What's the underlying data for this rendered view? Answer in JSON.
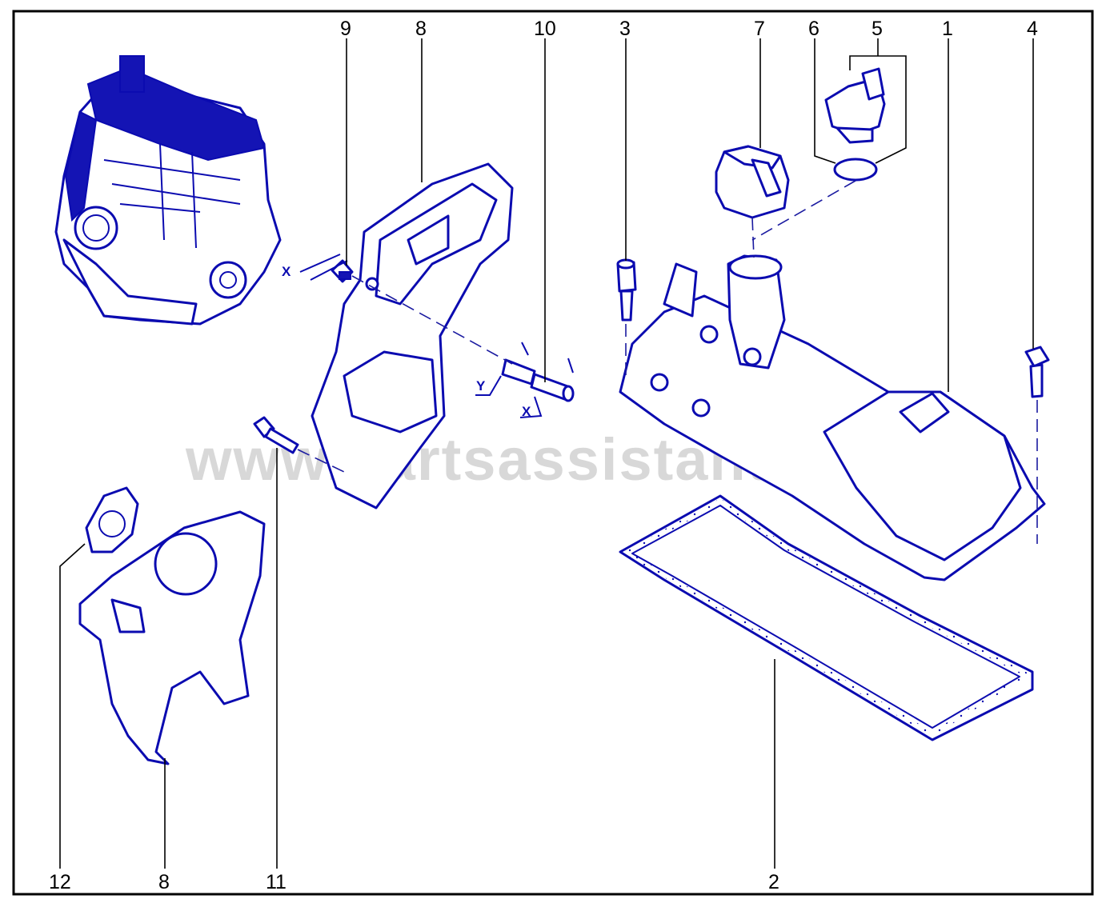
{
  "watermark": "www.partsassistant.com",
  "colors": {
    "ink": "#0b0bb0",
    "fill": "#1414b4",
    "frame": "#000000",
    "watermark": "#d8d8d8"
  },
  "callouts": {
    "c1": "1",
    "c2": "2",
    "c3": "3",
    "c4": "4",
    "c5": "5",
    "c6": "6",
    "c7": "7",
    "c8_top": "8",
    "c8_bottom": "8",
    "c9": "9",
    "c10": "10",
    "c11": "11",
    "c12": "12"
  },
  "dimensions": {
    "x_left": "X",
    "y": "Y",
    "x_right": "X"
  }
}
